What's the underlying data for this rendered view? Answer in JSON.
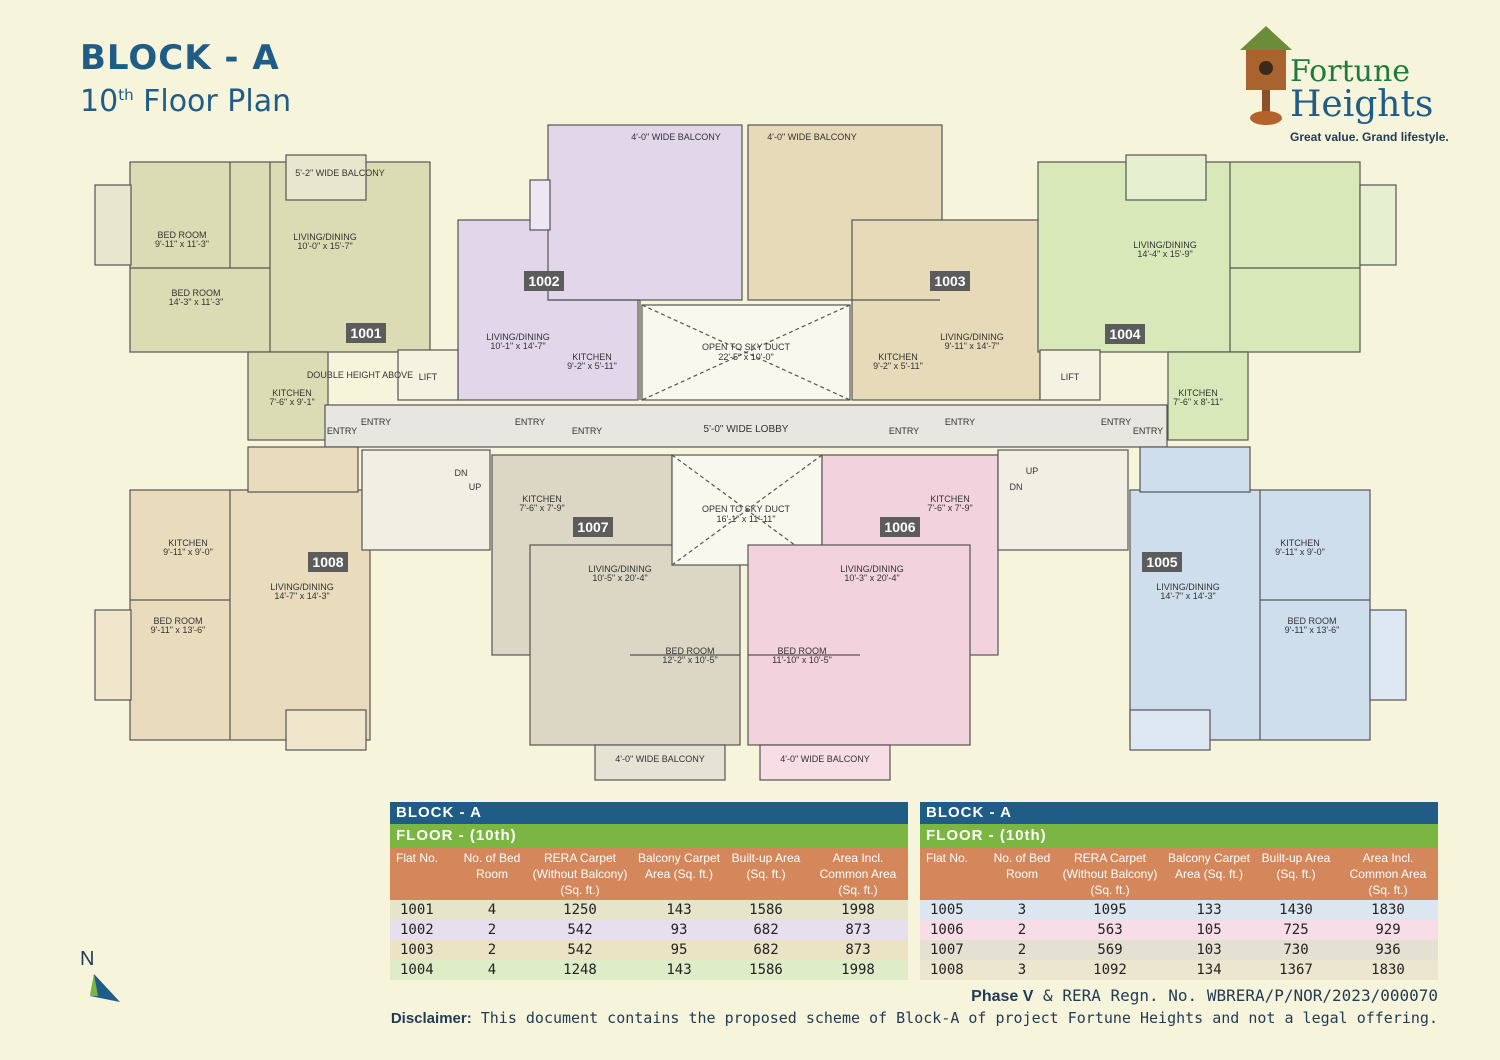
{
  "header": {
    "title": "BLOCK - A",
    "subtitle_num": "10",
    "subtitle_sup": "th",
    "subtitle_rest": " Floor Plan"
  },
  "logo": {
    "name1": "Fortune",
    "name2": "Heights",
    "tagline": "Great value. Grand lifestyle."
  },
  "colors": {
    "brand_blue": "#1f5c86",
    "floor_green": "#7bb542",
    "header_orange": "#d3875b"
  },
  "plan": {
    "flat_ids": [
      "1001",
      "1002",
      "1003",
      "1004",
      "1005",
      "1006",
      "1007",
      "1008"
    ],
    "labels": {
      "lobby": "5'-0\" WIDE LOBBY",
      "duct1a": "OPEN TO SKY DUCT",
      "duct1b": "22'-5\" x 10'-0\"",
      "duct2a": "OPEN TO SKY DUCT",
      "duct2b": "16'-1\" x 11'-11\"",
      "lift": "LIFT",
      "entry": "ENTRY",
      "up": "UP",
      "dn": "DN",
      "bed1001a": "BED ROOM",
      "bed1001a_dim": "9'-11\" x 11'-3\"",
      "bed1001b": "BED ROOM",
      "bed1001b_dim": "14'-3\" x 11'-3\"",
      "liv1001": "LIVING/DINING",
      "liv1001_dim": "10'-0\" x 15'-7\"",
      "kit1001": "KITCHEN",
      "kit1001_dim": "7'-6\" x 9'-1\"",
      "dh": "DOUBLE HEIGHT ABOVE",
      "bal1001": "5'-2\" WIDE BALCONY",
      "kit1002": "KITCHEN",
      "kit1002_dim": "9'-2\" x 5'-11\"",
      "liv1002": "LIVING/DINING",
      "liv1002_dim": "10'-1\" x 14'-7\"",
      "bal_top": "4'-0\" WIDE BALCONY",
      "kit1003": "KITCHEN",
      "kit1003_dim": "9'-2\" x 5'-11\"",
      "liv1003": "LIVING/DINING",
      "liv1003_dim": "9'-11\" x 14'-7\"",
      "liv1004": "LIVING/DINING",
      "liv1004_dim": "14'-4\" x 15'-9\"",
      "kit1004": "KITCHEN",
      "kit1004_dim": "7'-6\" x 8'-11\"",
      "kit1008": "KITCHEN",
      "kit1008_dim": "9'-11\" x 9'-0\"",
      "liv1008": "LIVING/DINING",
      "liv1008_dim": "14'-7\" x 14'-3\"",
      "bed1008": "BED ROOM",
      "bed1008_dim": "9'-11\" x 13'-6\"",
      "kit1007": "KITCHEN",
      "kit1007_dim": "7'-6\" x 7'-9\"",
      "liv1007": "LIVING/DINING",
      "liv1007_dim": "10'-5\" x 20'-4\"",
      "bed1007": "BED ROOM",
      "bed1007_dim": "12'-2\" x 10'-5\"",
      "kit1006": "KITCHEN",
      "kit1006_dim": "7'-6\" x 7'-9\"",
      "liv1006": "LIVING/DINING",
      "liv1006_dim": "10'-3\" x 20'-4\"",
      "bed1006": "BED ROOM",
      "bed1006_dim": "11'-10\" x 10'-5\"",
      "kit1005": "KITCHEN",
      "kit1005_dim": "9'-11\" x 9'-0\"",
      "liv1005": "LIVING/DINING",
      "liv1005_dim": "14'-7\" x 14'-3\"",
      "bed1005": "BED ROOM",
      "bed1005_dim": "9'-11\" x 13'-6\"",
      "bal_bottom": "4'-0\" WIDE BALCONY"
    }
  },
  "tables": [
    {
      "block": "BLOCK - A",
      "floor": "FLOOR - (10th)",
      "headers": [
        "Flat No.",
        "No. of Bed Room",
        "RERA Carpet (Without Balcony) (Sq. ft.)",
        "Balcony Carpet Area (Sq. ft.)",
        "Built-up Area (Sq. ft.)",
        "Area Incl. Common Area (Sq. ft.)"
      ],
      "rows": [
        [
          "1001",
          "4",
          "1250",
          "143",
          "1586",
          "1998"
        ],
        [
          "1002",
          "2",
          "542",
          "93",
          "682",
          "873"
        ],
        [
          "1003",
          "2",
          "542",
          "95",
          "682",
          "873"
        ],
        [
          "1004",
          "4",
          "1248",
          "143",
          "1586",
          "1998"
        ]
      ],
      "row_colors": [
        "#e6e4c9",
        "#e7dfee",
        "#ece3c4",
        "#dfecc8"
      ]
    },
    {
      "block": "BLOCK - A",
      "floor": "FLOOR - (10th)",
      "headers": [
        "Flat No.",
        "No. of Bed Room",
        "RERA Carpet (Without Balcony) (Sq. ft.)",
        "Balcony Carpet Area (Sq. ft.)",
        "Built-up Area (Sq. ft.)",
        "Area Incl. Common Area (Sq. ft.)"
      ],
      "rows": [
        [
          "1005",
          "3",
          "1095",
          "133",
          "1430",
          "1830"
        ],
        [
          "1006",
          "2",
          "563",
          "105",
          "725",
          "929"
        ],
        [
          "1007",
          "2",
          "569",
          "103",
          "730",
          "936"
        ],
        [
          "1008",
          "3",
          "1092",
          "134",
          "1367",
          "1830"
        ]
      ],
      "row_colors": [
        "#dce6f0",
        "#f6dde6",
        "#e4e0d2",
        "#ede6cf"
      ]
    }
  ],
  "footer": {
    "phase_bold": "Phase V",
    "phase_rest": " & RERA Regn. No. WBRERA/P/NOR/2023/000070",
    "disc_bold": "Disclaimer:",
    "disc_rest": " This document contains the proposed scheme of Block-A of project Fortune Heights and not a legal offering."
  },
  "north": "N"
}
